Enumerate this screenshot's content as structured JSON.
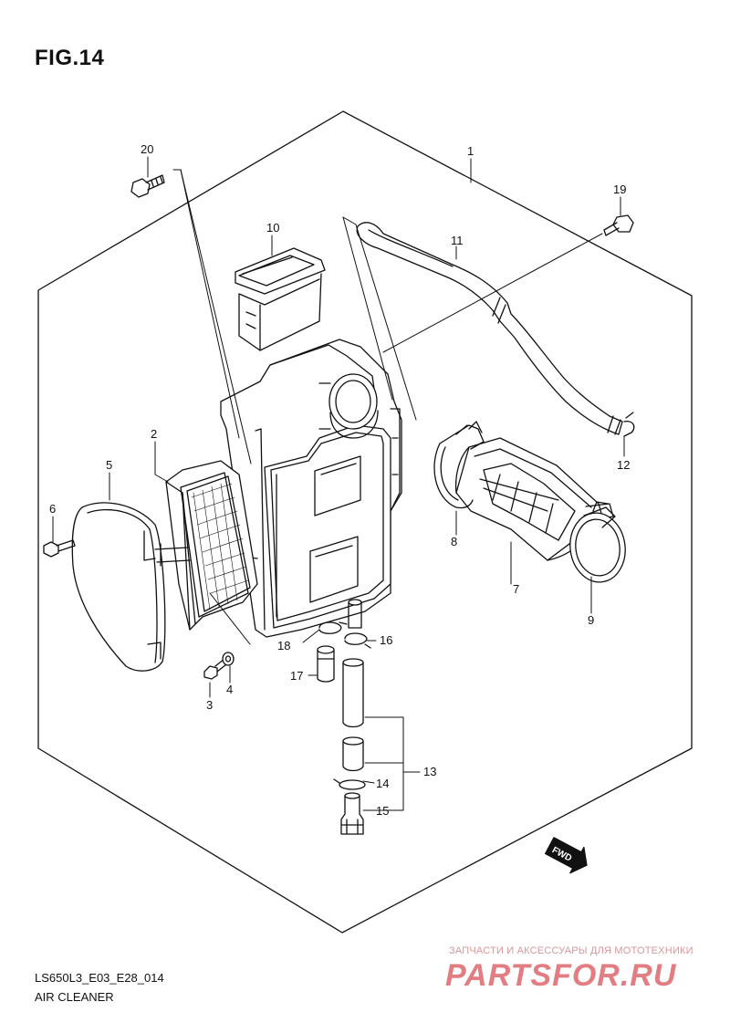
{
  "figure": {
    "title": "FIG.14"
  },
  "footer": {
    "model_code": "LS650L3_E03_E28_014",
    "caption": "AIR CLEANER"
  },
  "parts": {
    "p1": "1",
    "p2": "2",
    "p3": "3",
    "p4": "4",
    "p5": "5",
    "p6": "6",
    "p7": "7",
    "p8": "8",
    "p9": "9",
    "p10": "10",
    "p11": "11",
    "p12": "12",
    "p13": "13",
    "p14": "14",
    "p15": "15",
    "p16": "16",
    "p17": "17",
    "p18": "18",
    "p19": "19",
    "p20": "20"
  },
  "fwd_marker": {
    "text": "FWD"
  },
  "watermark": {
    "subtitle": "ЗАПЧАСТИ И АКСЕССУАРЫ ДЛЯ МОТОТЕХНИКИ",
    "brand": "PARTSFOR.RU"
  }
}
